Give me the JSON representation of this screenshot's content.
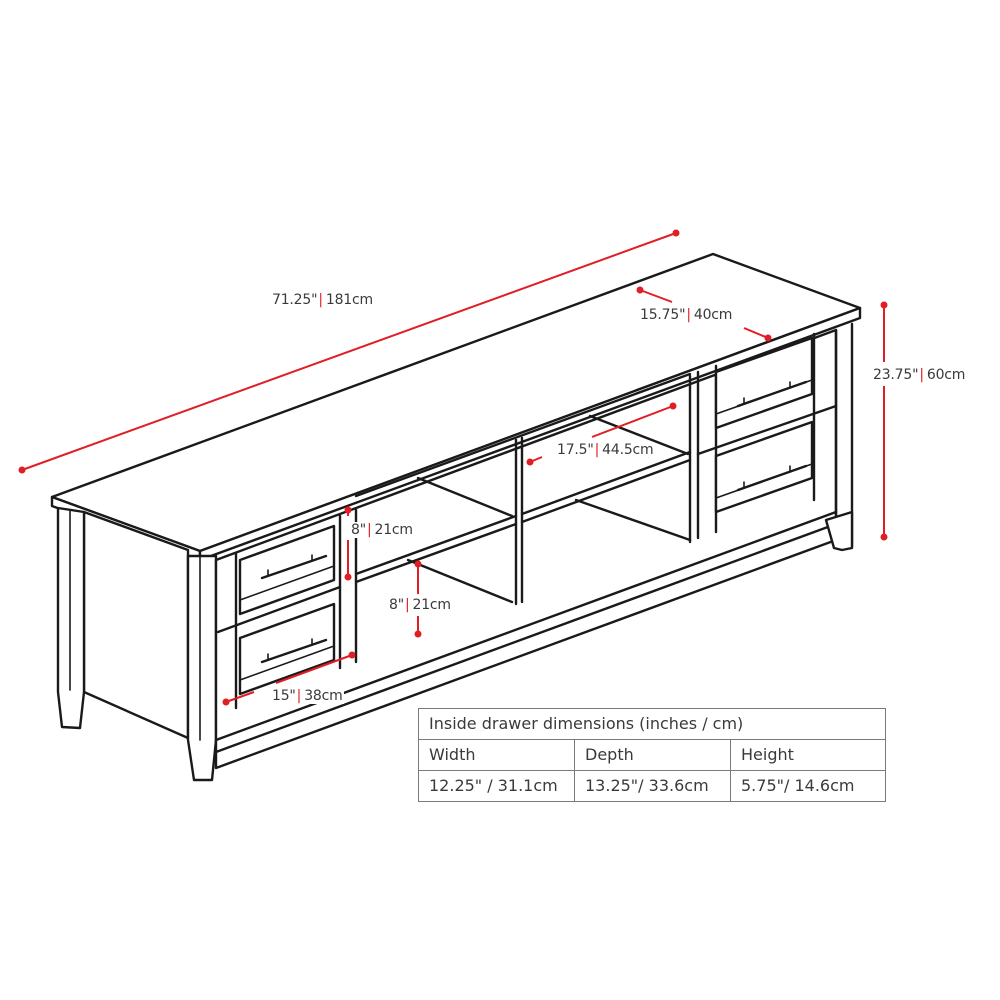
{
  "diagram": {
    "subject": "TV stand line drawing with dimensions",
    "accent_color": "#e01e25",
    "line_color": "#1a1a1a",
    "text_color": "#3a3a3a"
  },
  "dimensions": {
    "overall_width": {
      "inches": "71.25\"",
      "cm": "181cm"
    },
    "overall_depth": {
      "inches": "15.75\"",
      "cm": "40cm"
    },
    "overall_height": {
      "inches": "23.75\"",
      "cm": "60cm"
    },
    "shelf_depth": {
      "inches": "17.5\"",
      "cm": "44.5cm"
    },
    "upper_shelf_height": {
      "inches": "8\"",
      "cm": "21cm"
    },
    "lower_shelf_height": {
      "inches": "8\"",
      "cm": "21cm"
    },
    "drawer_front_width": {
      "inches": "15\"",
      "cm": "38cm"
    },
    "separator": "|"
  },
  "table": {
    "caption": "Inside drawer dimensions (inches / cm)",
    "headers": [
      "Width",
      "Depth",
      "Height"
    ],
    "rows": [
      [
        "12.25\" / 31.1cm",
        "13.25\"/ 33.6cm",
        "5.75\"/ 14.6cm"
      ]
    ]
  }
}
